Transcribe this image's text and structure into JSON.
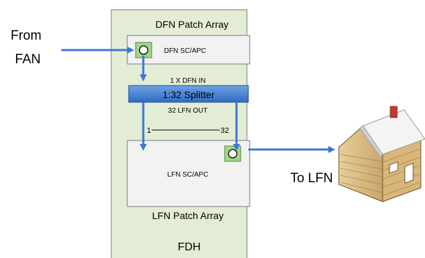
{
  "labels": {
    "from_fan": "From\nFAN",
    "dfn_patch_array": "DFN Patch Array",
    "dfn_sc_apc": "DFN SC/APC",
    "dfn_in": "1 X DFN IN",
    "splitter": "1:32 Splitter",
    "lfn_out": "32 LFN OUT",
    "port_first": "1",
    "port_last": "32",
    "lfn_sc_apc": "LFN SC/APC",
    "lfn_patch_array": "LFN Patch Array",
    "fdh": "FDH",
    "to_lfn": "To LFN"
  },
  "colors": {
    "cabinet_fill": "#e3ecd4",
    "cabinet_border": "#7a7a7a",
    "panel_fill": "#f2f2f2",
    "splitter_fill": "#3f7fd0",
    "arrow": "#3a78d4",
    "connector_fill": "#9fd68a",
    "connector_border": "#4e8a3a"
  },
  "icons": {
    "house": "house-icon",
    "connector": "sc-apc-connector-icon"
  }
}
